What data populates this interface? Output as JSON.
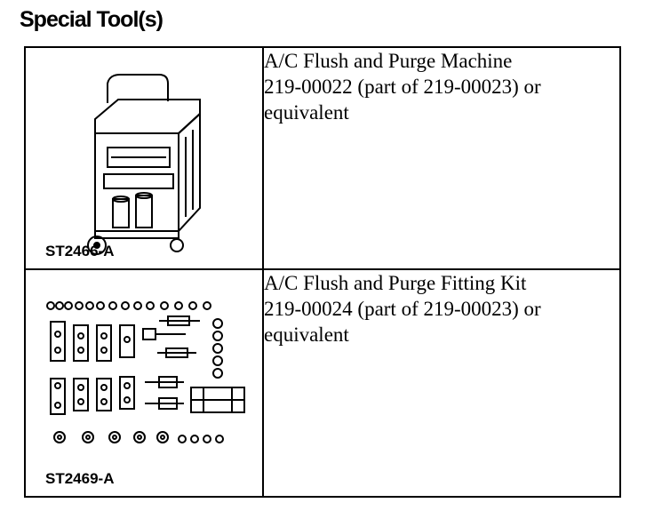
{
  "header": {
    "title": "Special Tool(s)"
  },
  "tools": [
    {
      "code": "ST2466-A",
      "icon": "flush-purge-machine-illustration",
      "description_lines": [
        "A/C Flush and Purge Machine",
        "219-00022 (part of 219-00023) or",
        "equivalent"
      ]
    },
    {
      "code": "ST2469-A",
      "icon": "fitting-kit-illustration",
      "description_lines": [
        "A/C Flush and Purge Fitting Kit",
        "219-00024 (part of 219-00023) or",
        "equivalent"
      ]
    }
  ]
}
